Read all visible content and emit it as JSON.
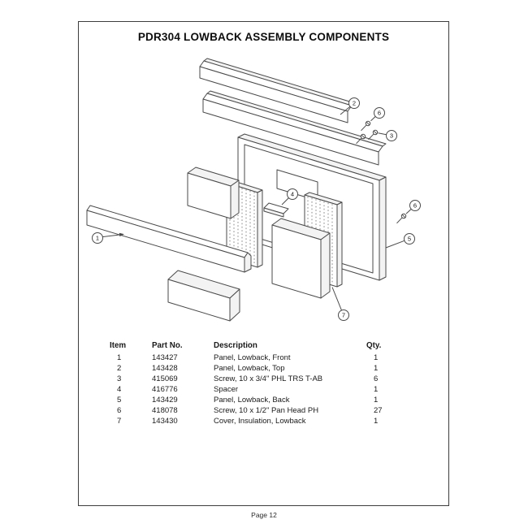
{
  "page": {
    "title": "PDR304 LOWBACK ASSEMBLY COMPONENTS",
    "footer": "Page 12"
  },
  "table": {
    "headers": {
      "item": "Item",
      "part": "Part No.",
      "desc": "Description",
      "qty": "Qty."
    },
    "rows": [
      {
        "item": "1",
        "part": "143427",
        "desc": "Panel, Lowback, Front",
        "qty": "1"
      },
      {
        "item": "2",
        "part": "143428",
        "desc": "Panel, Lowback, Top",
        "qty": "1"
      },
      {
        "item": "3",
        "part": "415069",
        "desc": "Screw, 10 x 3/4\" PHL TRS T-AB",
        "qty": "6"
      },
      {
        "item": "4",
        "part": "416776",
        "desc": "Spacer",
        "qty": "1"
      },
      {
        "item": "5",
        "part": "143429",
        "desc": "Panel, Lowback, Back",
        "qty": "1"
      },
      {
        "item": "6",
        "part": "418078",
        "desc": "Screw, 10 x 1/2\" Pan Head PH",
        "qty": "27"
      },
      {
        "item": "7",
        "part": "143430",
        "desc": "Cover, Insulation, Lowback",
        "qty": "1"
      }
    ]
  },
  "diagram": {
    "callouts": {
      "c1": "1",
      "c2": "2",
      "c3": "3",
      "c4": "4",
      "c5": "5",
      "c6a": "6",
      "c6b": "6",
      "c7": "7"
    }
  },
  "colors": {
    "border": "#3d3d3d",
    "line": "#4a4a4a",
    "text": "#111111"
  }
}
